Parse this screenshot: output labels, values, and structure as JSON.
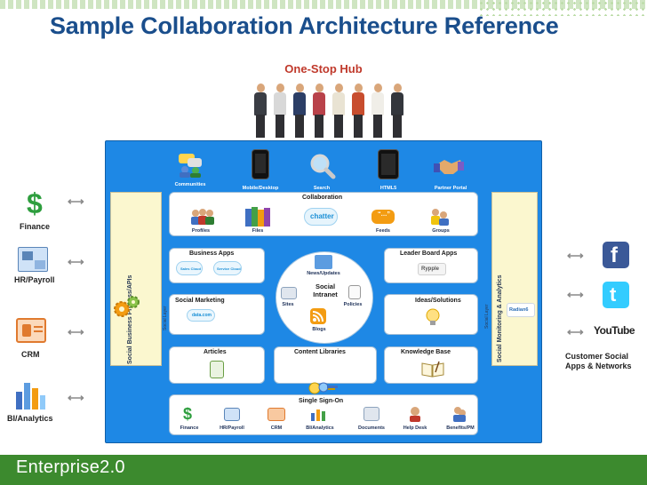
{
  "title": "Sample Collaboration Architecture Reference",
  "subtitle": "One-Stop Hub",
  "brand": "Enterprise2.0",
  "top_row": [
    "Communities",
    "Mobile/Desktop",
    "Search",
    "HTML5",
    "Partner Portal"
  ],
  "collaboration": {
    "title": "Collaboration",
    "items": [
      "Profiles",
      "Files",
      "Feeds",
      "Groups"
    ],
    "chatter_logo": "chatter"
  },
  "business_apps": {
    "title": "Business Apps",
    "logo1": "Sales Cloud",
    "logo2": "Service Cloud"
  },
  "leader_board": {
    "title": "Leader Board Apps",
    "logo": "Rypple"
  },
  "social_marketing": {
    "title": "Social Marketing",
    "logo": "data.com"
  },
  "ideas": {
    "title": "Ideas/Solutions"
  },
  "intranet": {
    "center": "Social Intranet",
    "top": "News/Updates",
    "left": "Sites",
    "right": "Policies",
    "bottom": "Blogs"
  },
  "articles": {
    "title": "Articles"
  },
  "content_libraries": {
    "title": "Content Libraries"
  },
  "knowledge_base": {
    "title": "Knowledge Base"
  },
  "sso": {
    "title": "Single Sign-On",
    "items": [
      "Finance",
      "HR/Payroll",
      "CRM",
      "BI/Analytics",
      "Documents",
      "Help Desk",
      "Benefits/PM"
    ]
  },
  "left_bar_label": "Social Business Process/APIs",
  "left_layer_label": "Social Layer",
  "right_bar_label": "Social Monitoring & Analytics",
  "right_layer_label": "Social Layer",
  "right_logo": "Radian6",
  "left_side": [
    "Finance",
    "HR/Payroll",
    "CRM",
    "BI/Analytics"
  ],
  "right_side_label": "Customer Social Apps & Networks",
  "youtube": "YouTube",
  "colors": {
    "title": "#1a4e8c",
    "subtitle": "#c0392b",
    "panel": "#1e88e5",
    "footer": "#3c8a2e"
  }
}
